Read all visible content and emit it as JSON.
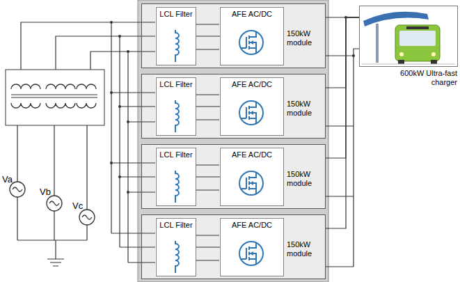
{
  "diagram": {
    "nodes": [
      {
        "text": [
          "150kW module"
        ]
      },
      {
        "text": [
          "LCL Filter"
        ],
        "in": 0
      },
      {
        "text": [
          "AFE AC/DC"
        ],
        "in": 0
      },
      {
        "text": [
          "150kW module"
        ]
      },
      {
        "text": [
          "LCL Filter"
        ],
        "in": 3
      },
      {
        "text": [
          "AFE AC/DC"
        ],
        "in": 3
      },
      {
        "text": [
          "150kW module"
        ]
      },
      {
        "text": [
          "LCL Filter"
        ],
        "in": 6
      },
      {
        "text": [
          "AFE AC/DC"
        ],
        "in": 6
      },
      {
        "text": [
          "150kW module"
        ]
      },
      {
        "text": [
          "LCL Filter"
        ],
        "in": 9
      },
      {
        "text": [
          "AFE AC/DC"
        ],
        "in": 9
      },
      {
        "text": [
          "600kW Ultra-fast charger"
        ]
      }
    ],
    "edges": [
      {
        "from": 1,
        "to": 2,
        "arrow": "none"
      },
      {
        "from": 4,
        "to": 5,
        "arrow": "none"
      },
      {
        "from": 7,
        "to": 8,
        "arrow": "none"
      },
      {
        "from": 10,
        "to": 11,
        "arrow": "none"
      },
      {
        "from": 0,
        "to": 12,
        "arrow": "none"
      },
      {
        "from": 3,
        "to": 12,
        "arrow": "none"
      },
      {
        "from": 6,
        "to": 12,
        "arrow": "none"
      },
      {
        "from": 9,
        "to": 12,
        "arrow": "none"
      }
    ],
    "labels": [
      "Va",
      "Vb",
      "Vc"
    ]
  }
}
